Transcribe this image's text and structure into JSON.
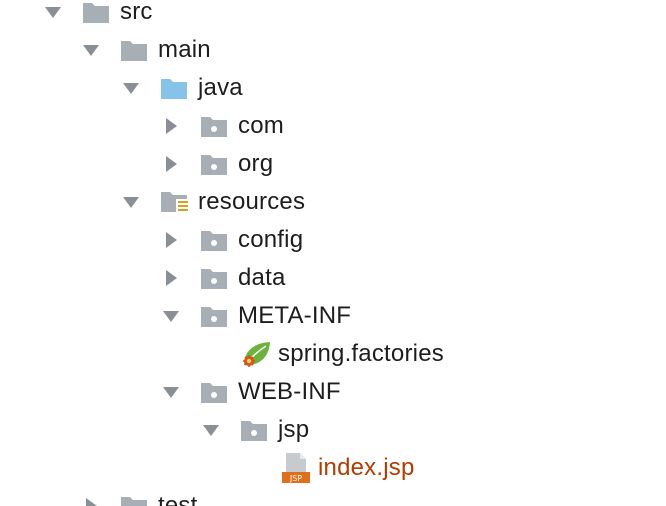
{
  "tree": {
    "items": [
      {
        "label": "src",
        "expanded": true,
        "icon": "folder-icon"
      },
      {
        "label": "main",
        "expanded": true,
        "icon": "folder-icon"
      },
      {
        "label": "java",
        "expanded": true,
        "icon": "source-folder-icon"
      },
      {
        "label": "com",
        "expanded": false,
        "icon": "package-icon"
      },
      {
        "label": "org",
        "expanded": false,
        "icon": "package-icon"
      },
      {
        "label": "resources",
        "expanded": true,
        "icon": "resources-folder-icon"
      },
      {
        "label": "config",
        "expanded": false,
        "icon": "package-icon"
      },
      {
        "label": "data",
        "expanded": false,
        "icon": "package-icon"
      },
      {
        "label": "META-INF",
        "expanded": true,
        "icon": "package-icon"
      },
      {
        "label": "spring.factories",
        "icon": "spring-leaf-icon"
      },
      {
        "label": "WEB-INF",
        "expanded": true,
        "icon": "package-icon"
      },
      {
        "label": "jsp",
        "expanded": true,
        "icon": "package-icon"
      },
      {
        "label": "index.jsp",
        "icon": "jsp-file-icon",
        "icon_badge": "JSP"
      },
      {
        "label": "test",
        "expanded": false,
        "icon": "folder-icon"
      }
    ]
  },
  "colors": {
    "folder": "#a7aeb6",
    "source_folder": "#85c4e8",
    "arrow": "#8a8f95",
    "jsp_text": "#b33c00",
    "spring_green": "#6bb33a"
  }
}
